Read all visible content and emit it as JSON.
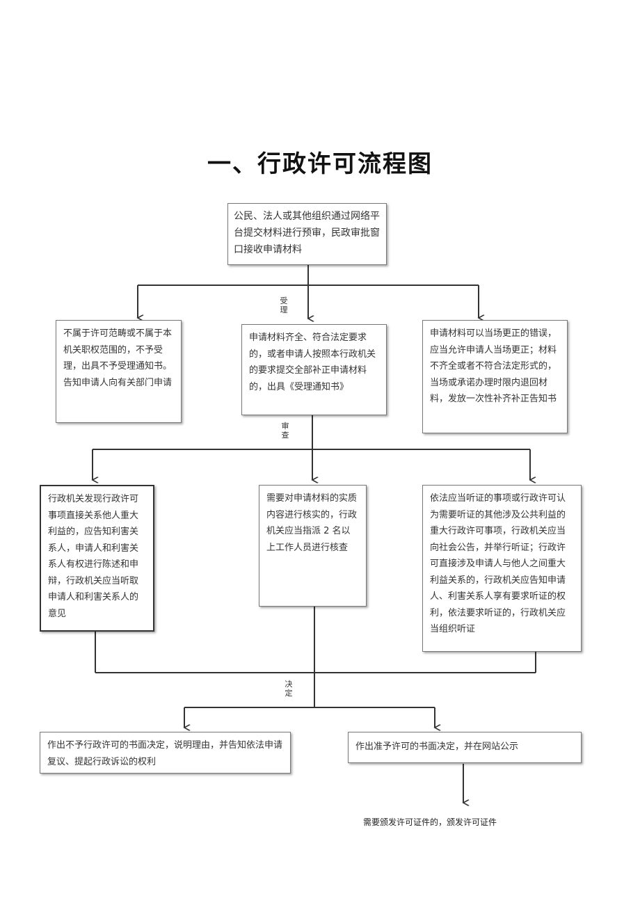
{
  "title": "一、行政许可流程图",
  "nodes": {
    "start": "公民、法人或其他组织通过网络平台提交材料进行预审，民政审批窗口接收申请材料",
    "not_accept": "不属于许可范畴或不属于本机关职权范围的，不予受理，出具不予受理通知书。告知申请人向有关部门申请",
    "accept": "申请材料齐全、符合法定要求的，或者申请人按照本行政机关的要求提交全部补正申请材料的，出具《受理通知书》",
    "correct": "申请材料可以当场更正的错误，应当允许申请人当场更正；材料不齐全或者不符合法定形式的，当场或承诺办理时限内退回材料，发放一次性补齐补正告知书",
    "stakeholder": "行政机关发现行政许可事项直接关系他人重大利益的，应告知利害关系人，申请人和利害关系人有权进行陈述和申辩，行政机关应当听取申请人和利害关系人的意见",
    "verify": "需要对申请材料的实质内容进行核实的，行政机关应当指派 2 名以上工作人员进行核查",
    "hearing": "依法应当听证的事项或行政许可认为需要听证的其他涉及公共利益的重大行政许可事项，行政机关应当向社会公告，并举行听证；行政许可直接涉及申请人与他人之间重大利益关系的，行政机关应告知申请人、利害关系人享有要求听证的权利，依法要求听证的，行政机关应当组织听证",
    "deny": "作出不予行政许可的书面决定，说明理由，并告知依法申请复议、提起行政诉讼的权利",
    "grant": "作出准予许可的书面决定，并在网站公示"
  },
  "labels": {
    "accept_step": "受理",
    "review_step": "审查",
    "decide_step": "决定"
  },
  "footer_note": "需要颁发许可证件的，颁发许可证件"
}
